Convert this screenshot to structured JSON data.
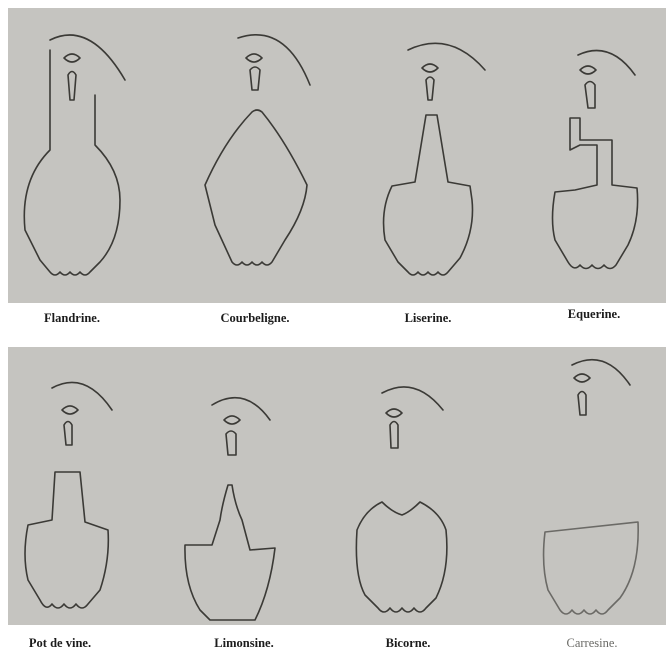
{
  "plate": {
    "top_row": [
      {
        "name": "Flandrine."
      },
      {
        "name": "Courbeligne."
      },
      {
        "name": "Liserine."
      },
      {
        "name": "Equerine."
      }
    ],
    "bottom_row": [
      {
        "name": "Pot de vine."
      },
      {
        "name": "Limonsine."
      },
      {
        "name": "Bicorne."
      },
      {
        "name": "Carresine."
      }
    ]
  },
  "colors": {
    "paper": "#c5c4c0",
    "ink": "#3b3a36",
    "background": "#ffffff"
  }
}
